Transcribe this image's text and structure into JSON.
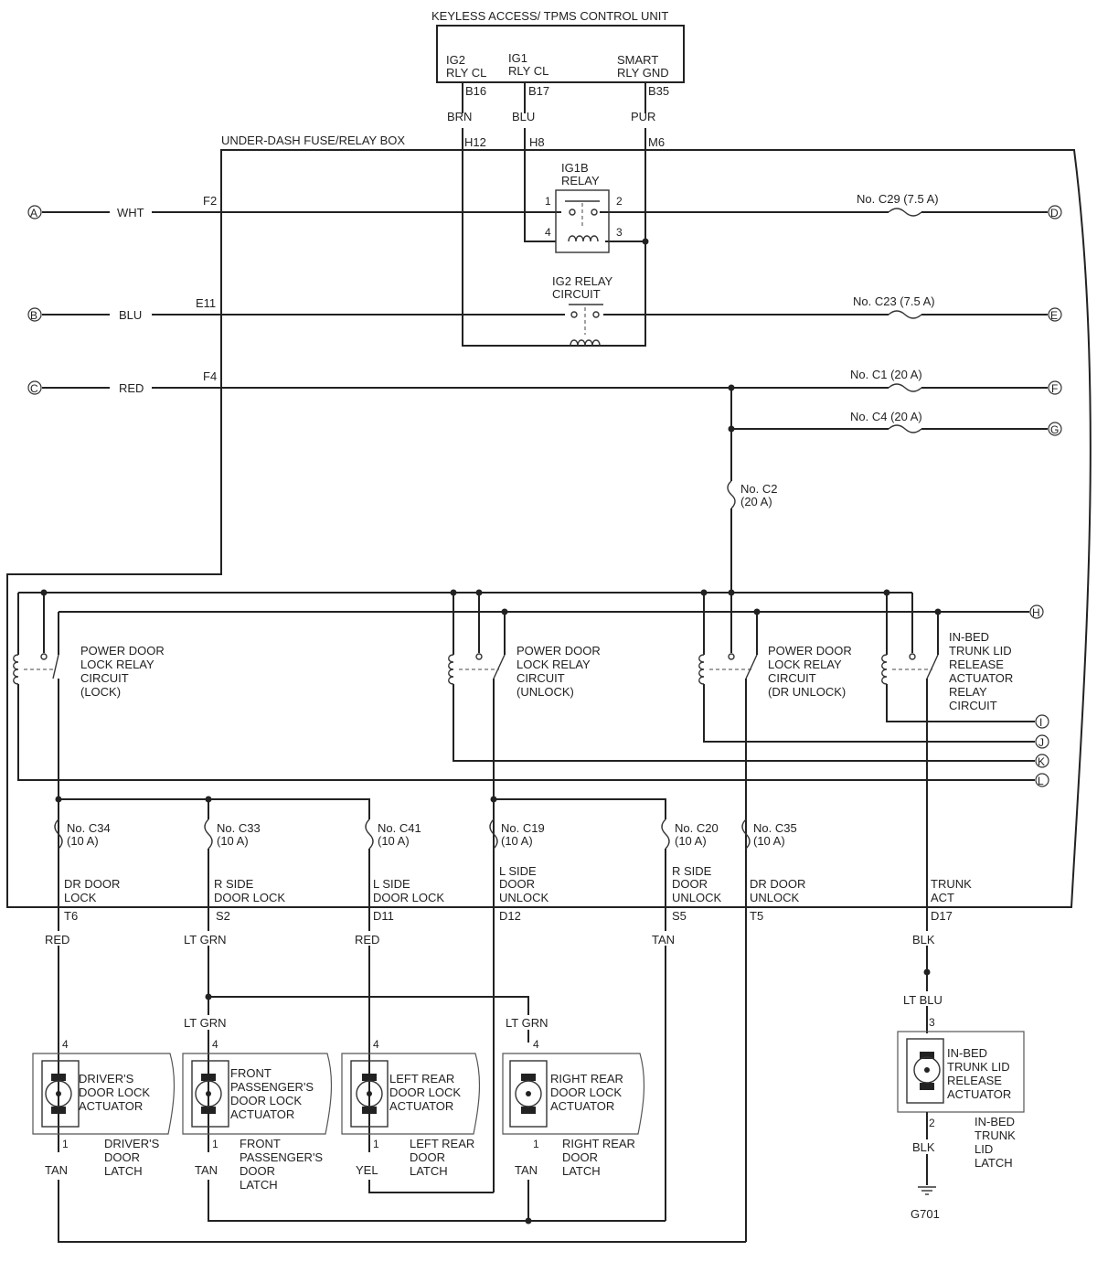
{
  "control_unit": {
    "title": "KEYLESS ACCESS/ TPMS CONTROL UNIT",
    "pin1_l1": "IG2",
    "pin1_l2": "RLY CL",
    "pin2_l1": "IG1",
    "pin2_l2": "RLY CL",
    "pin3_l1": "SMART",
    "pin3_l2": "RLY GND",
    "pin1": "B16",
    "pin2": "B17",
    "pin3": "B35",
    "wire1": "BRN",
    "wire2": "BLU",
    "wire3": "PUR"
  },
  "fuse_box": {
    "title": "UNDER-DASH FUSE/RELAY BOX",
    "h12": "H12",
    "h8": "H8",
    "m6": "M6"
  },
  "ig1b_relay": {
    "l1": "IG1B",
    "l2": "RELAY",
    "p1": "1",
    "p2": "2",
    "p3": "3",
    "p4": "4"
  },
  "ig2_relay": {
    "l1": "IG2 RELAY",
    "l2": "CIRCUIT"
  },
  "inputs": [
    {
      "term": "A",
      "wire": "WHT",
      "pin": "F2"
    },
    {
      "term": "B",
      "wire": "BLU",
      "pin": "E11"
    },
    {
      "term": "C",
      "wire": "RED",
      "pin": "F4"
    }
  ],
  "outputs": {
    "d": "D",
    "e": "E",
    "f": "F",
    "g": "G",
    "h": "H",
    "i": "I",
    "j": "J",
    "k": "K",
    "l": "L"
  },
  "fuses": {
    "c29": "No. C29 (7.5 A)",
    "c23": "No. C23 (7.5 A)",
    "c1": "No. C1 (20 A)",
    "c4": "No. C4 (20 A)",
    "c2_l1": "No. C2",
    "c2_l2": "(20 A)"
  },
  "relays": {
    "lock": [
      "POWER DOOR",
      "LOCK RELAY",
      "CIRCUIT",
      "(LOCK)"
    ],
    "unlock": [
      "POWER DOOR",
      "LOCK RELAY",
      "CIRCUIT",
      "(UNLOCK)"
    ],
    "dr_unlock": [
      "POWER DOOR",
      "LOCK RELAY",
      "CIRCUIT",
      "(DR UNLOCK)"
    ],
    "trunk": [
      "IN-BED",
      "TRUNK LID",
      "RELEASE",
      "ACTUATOR",
      "RELAY",
      "CIRCUIT"
    ]
  },
  "output_fuses": [
    {
      "l1": "No. C34",
      "l2": "(10 A)",
      "f1": "DR DOOR",
      "f2": "LOCK",
      "pin": "T6",
      "wire": "RED"
    },
    {
      "l1": "No. C33",
      "l2": "(10 A)",
      "f1": "R SIDE",
      "f2": "DOOR LOCK",
      "pin": "S2",
      "wire": "LT GRN"
    },
    {
      "l1": "No. C41",
      "l2": "(10 A)",
      "f1": "L SIDE",
      "f2": "DOOR LOCK",
      "pin": "D11",
      "wire": "RED"
    },
    {
      "l1": "No. C19",
      "l2": "(10 A)",
      "f1": "L SIDE",
      "f2": "DOOR",
      "f3": "UNLOCK",
      "pin": "D12"
    },
    {
      "l1": "No. C20",
      "l2": "(10 A)",
      "f1": "R SIDE",
      "f2": "DOOR",
      "f3": "UNLOCK",
      "pin": "S5",
      "wire": "TAN"
    },
    {
      "l1": "No. C35",
      "l2": "(10 A)",
      "f1": "DR DOOR",
      "f2": "UNLOCK",
      "pin": "T5"
    }
  ],
  "trunk_out": {
    "f1": "TRUNK",
    "f2": "ACT",
    "pin": "D17",
    "wire": "BLK",
    "wire2": "LT BLU",
    "p3": "3",
    "p2": "2",
    "wire3": "BLK",
    "ground": "G701"
  },
  "ltgrn_labels": {
    "a": "LT GRN",
    "b": "LT GRN"
  },
  "actuators": [
    {
      "l": [
        "DRIVER'S",
        "DOOR LOCK",
        "ACTUATOR"
      ],
      "latch": [
        "DRIVER'S",
        "DOOR",
        "LATCH"
      ],
      "p4": "4",
      "p1": "1",
      "wire": "TAN"
    },
    {
      "l": [
        "FRONT",
        "PASSENGER'S",
        "DOOR LOCK",
        "ACTUATOR"
      ],
      "latch": [
        "FRONT",
        "PASSENGER'S",
        "DOOR",
        "LATCH"
      ],
      "p4": "4",
      "p1": "1",
      "wire": "TAN"
    },
    {
      "l": [
        "LEFT REAR",
        "DOOR LOCK",
        "ACTUATOR"
      ],
      "latch": [
        "LEFT REAR",
        "DOOR",
        "LATCH"
      ],
      "p4": "4",
      "p1": "1",
      "wire": "YEL"
    },
    {
      "l": [
        "RIGHT REAR",
        "DOOR LOCK",
        "ACTUATOR"
      ],
      "latch": [
        "RIGHT REAR",
        "DOOR",
        "LATCH"
      ],
      "p4": "4",
      "p1": "1",
      "wire": "TAN"
    }
  ],
  "trunk_actuator": {
    "l": [
      "IN-BED",
      "TRUNK LID",
      "RELEASE",
      "ACTUATOR"
    ],
    "latch": [
      "IN-BED",
      "TRUNK",
      "LID",
      "LATCH"
    ]
  }
}
